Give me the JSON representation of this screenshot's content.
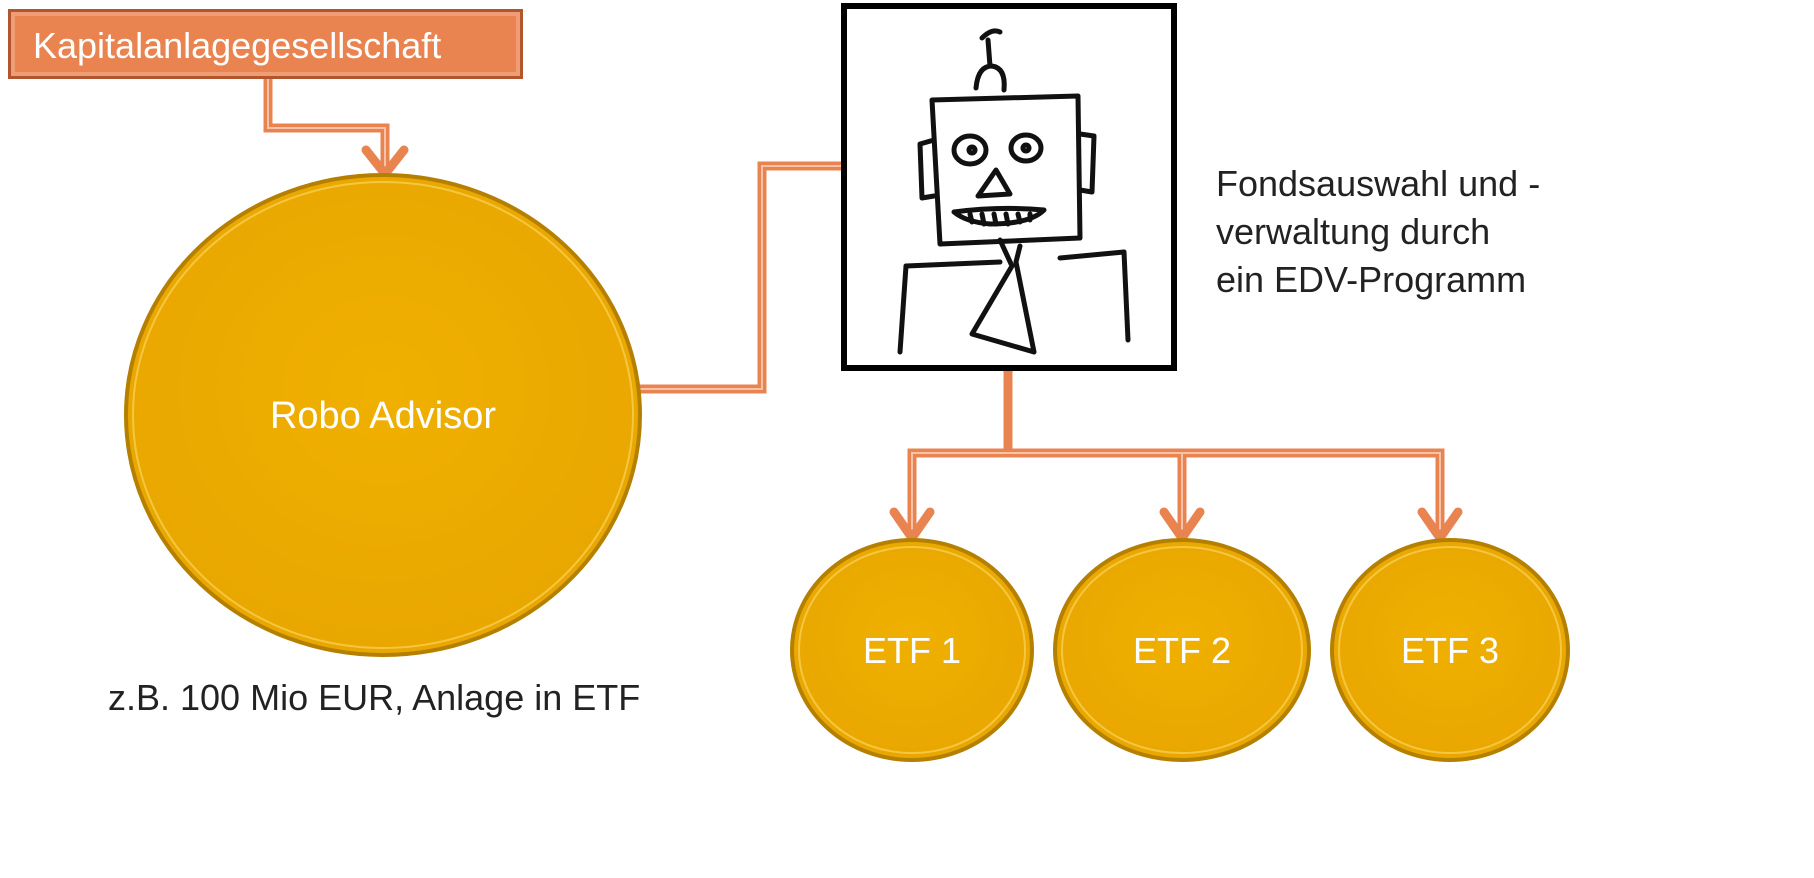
{
  "diagram": {
    "company_label": "Kapitalanlagegesellschaft",
    "advisor_label": "Robo Advisor",
    "advisor_note": "z.B. 100 Mio EUR, Anlage in ETF",
    "robot_note_lines": [
      "Fondsauswahl und -",
      "verwaltung durch",
      "ein EDV-Programm"
    ],
    "etfs": [
      "ETF 1",
      "ETF 2",
      "ETF 3"
    ],
    "colors": {
      "connector": "#e98451",
      "oval_fill": "#edab00",
      "oval_stroke": "#b58000",
      "box_fill": "#e98451",
      "text_light": "#ffffff",
      "text_dark": "#222222"
    },
    "icons": [
      "robot-sketch-icon"
    ]
  }
}
